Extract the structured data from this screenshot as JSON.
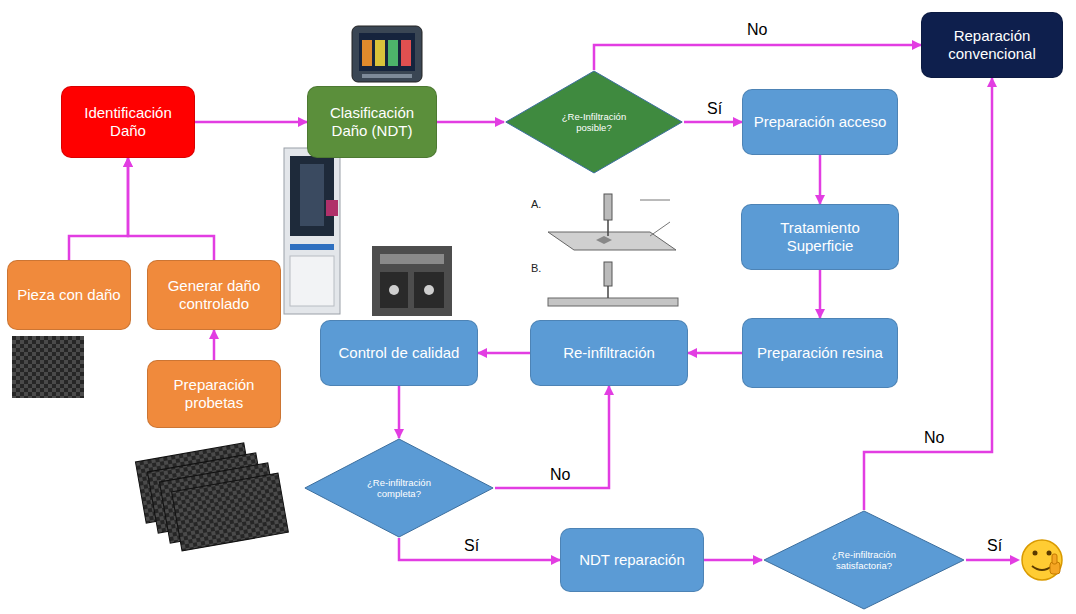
{
  "diagram": {
    "nodes": [
      {
        "text": [
          "Identificación Daño"
        ]
      },
      {
        "text": [
          "Clasificación Daño (NDT)"
        ]
      },
      {
        "text": [
          "¿Re-Infiltración posible?"
        ]
      },
      {
        "text": [
          "Reparación convencional"
        ]
      },
      {
        "text": [
          "Preparación acceso"
        ]
      },
      {
        "text": [
          "Tratamiento Superficie"
        ]
      },
      {
        "text": [
          "Preparación resina"
        ]
      },
      {
        "text": [
          "Re-infiltración"
        ]
      },
      {
        "text": [
          "Control de calidad"
        ]
      },
      {
        "text": [
          "Pieza con daño"
        ]
      },
      {
        "text": [
          "Generar daño controlado"
        ]
      },
      {
        "text": [
          "Preparación probetas"
        ]
      },
      {
        "text": [
          "¿Re-infiltración completa?"
        ]
      },
      {
        "text": [
          "NDT reparación"
        ]
      },
      {
        "text": [
          "¿Re-infiltración satisfactoria?"
        ]
      }
    ],
    "edges": [
      {
        "from": 9,
        "to": 0,
        "arrow": "to"
      },
      {
        "from": 10,
        "to": 0,
        "arrow": "to"
      },
      {
        "from": 11,
        "to": 10,
        "arrow": "to"
      },
      {
        "from": 0,
        "to": 1,
        "arrow": "to"
      },
      {
        "from": 1,
        "to": 2,
        "arrow": "to"
      },
      {
        "from": 2,
        "to": 3,
        "label": "No",
        "arrow": "to"
      },
      {
        "from": 2,
        "to": 4,
        "label": "Sí",
        "arrow": "to"
      },
      {
        "from": 4,
        "to": 5,
        "arrow": "to"
      },
      {
        "from": 5,
        "to": 6,
        "arrow": "to"
      },
      {
        "from": 6,
        "to": 7,
        "arrow": "to"
      },
      {
        "from": 7,
        "to": 8,
        "arrow": "to"
      },
      {
        "from": 8,
        "to": 12,
        "arrow": "to"
      },
      {
        "from": 12,
        "to": 7,
        "label": "No",
        "arrow": "to"
      },
      {
        "from": 12,
        "to": 13,
        "label": "Sí",
        "arrow": "to"
      },
      {
        "from": 13,
        "to": 14,
        "arrow": "to"
      },
      {
        "from": 14,
        "to": 3,
        "label": "No",
        "arrow": "to"
      }
    ],
    "labels": [
      "A.",
      "B.",
      "Sí"
    ]
  }
}
